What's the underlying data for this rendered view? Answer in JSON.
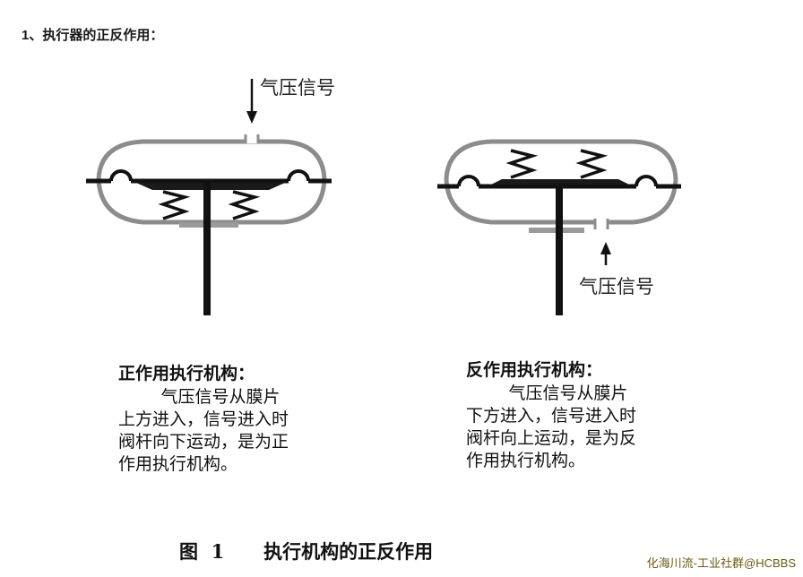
{
  "heading": "1、执行器的正反作用：",
  "direct": {
    "signal_label": "气压信号",
    "title": "正作用执行机构：",
    "body": "气压信号从膜片上方进入，信号进入时阀杆向下运动，是为正作用执行机构。"
  },
  "reverse": {
    "signal_label": "气压信号",
    "title": "反作用执行机构：",
    "body": "气压信号从膜片下方进入，信号进入时阀杆向上运动，是为反作用执行机构。"
  },
  "caption": "图  1      执行机构的正反作用",
  "watermark": "化海川流-工业社群@HCBBS",
  "colors": {
    "housing": "#8c8c8c",
    "stem": "#111111",
    "spring_plate": "#1a1a1a",
    "pad": "#9a9a9a",
    "watermark": "#6b5a10"
  }
}
